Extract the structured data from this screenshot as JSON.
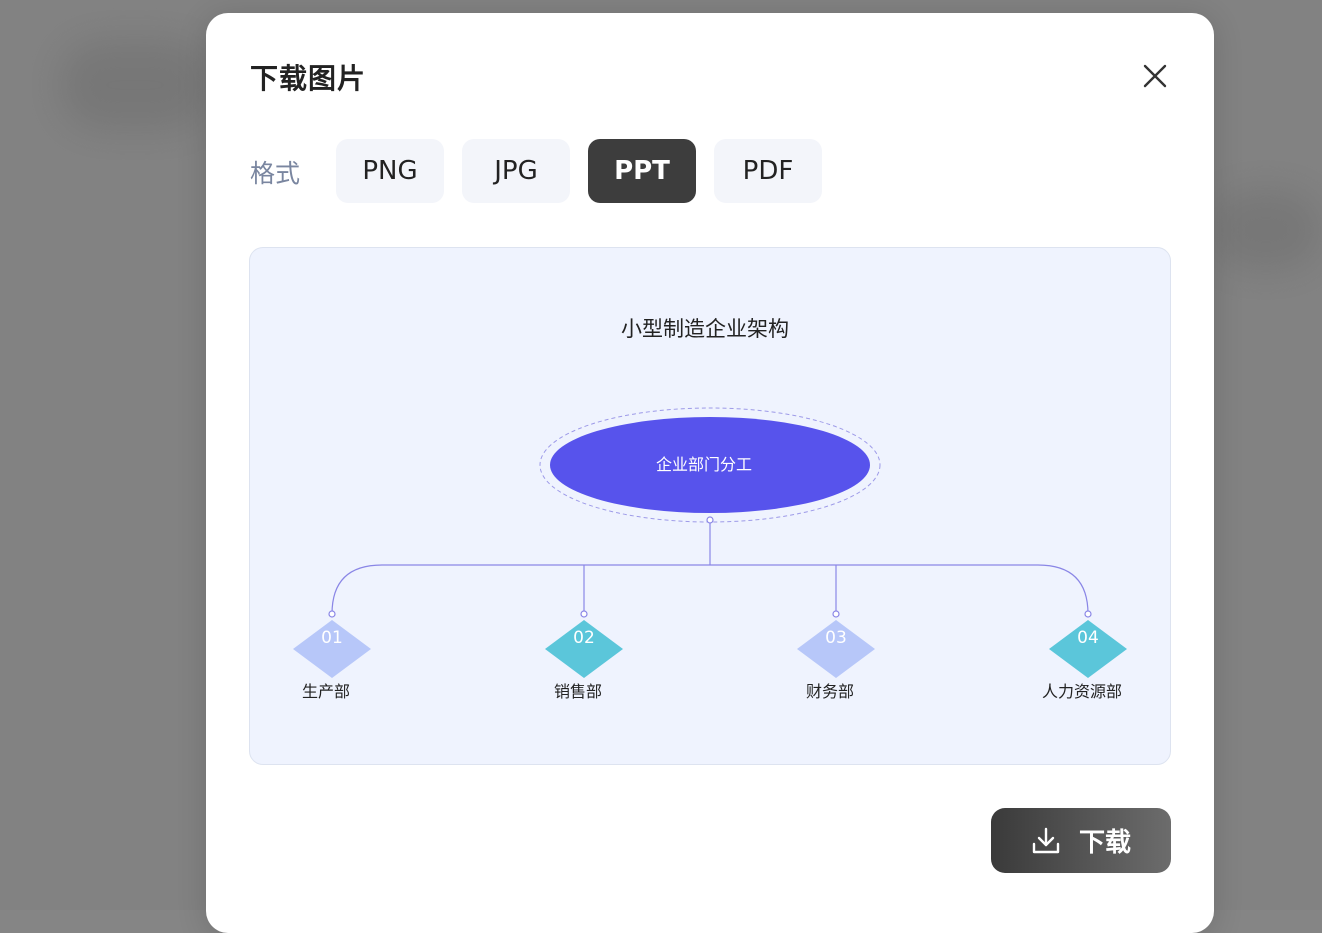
{
  "dialog": {
    "title": "下载图片",
    "close_icon": "close-icon"
  },
  "format": {
    "label": "格式",
    "options": [
      "PNG",
      "JPG",
      "PPT",
      "PDF"
    ],
    "selected": "PPT"
  },
  "preview": {
    "title": "小型制造企业架构",
    "root_label": "企业部门分工",
    "departments": [
      {
        "num": "01",
        "name": "生产部",
        "color": "#b7c7f9"
      },
      {
        "num": "02",
        "name": "销售部",
        "color": "#5bc6da"
      },
      {
        "num": "03",
        "name": "财务部",
        "color": "#b7c7f9"
      },
      {
        "num": "04",
        "name": "人力资源部",
        "color": "#5bc6da"
      }
    ],
    "root_color": "#5753ec",
    "line_color": "#8a86e6",
    "background": "#eff3fe"
  },
  "download": {
    "label": "下载",
    "icon": "download-icon"
  }
}
